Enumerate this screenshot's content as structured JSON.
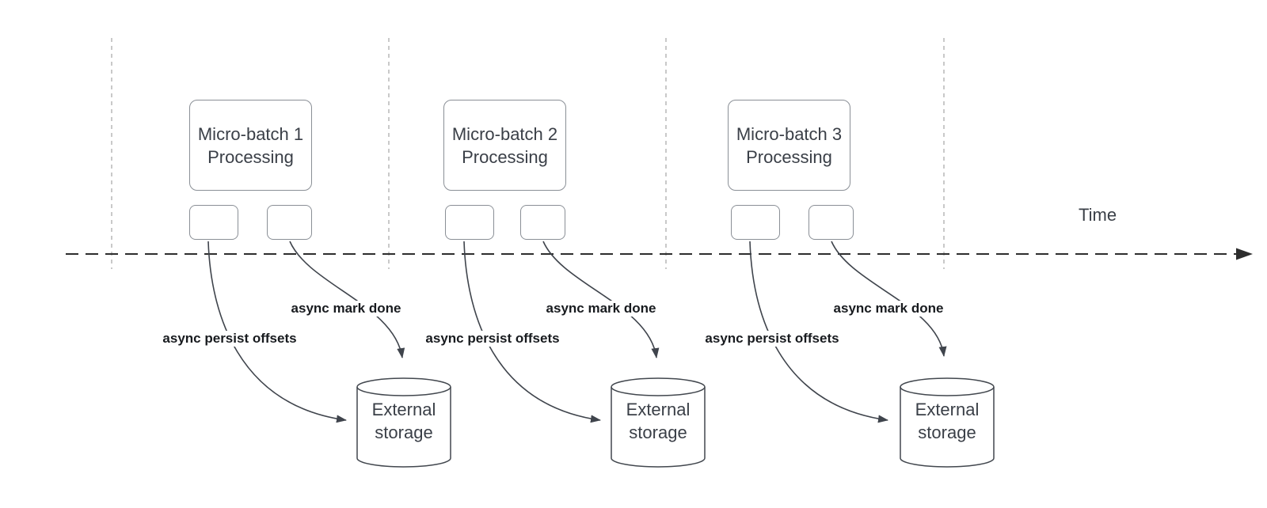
{
  "timeline": {
    "label": "Time"
  },
  "batches": [
    {
      "title_line1": "Micro-batch 1",
      "title_line2": "Processing",
      "persist_label": "async persist offsets",
      "mark_done_label": "async mark done",
      "storage": {
        "line1": "External",
        "line2": "storage"
      }
    },
    {
      "title_line1": "Micro-batch 2",
      "title_line2": "Processing",
      "persist_label": "async persist offsets",
      "mark_done_label": "async mark done",
      "storage": {
        "line1": "External",
        "line2": "storage"
      }
    },
    {
      "title_line1": "Micro-batch 3",
      "title_line2": "Processing",
      "persist_label": "async persist offsets",
      "mark_done_label": "async mark done",
      "storage": {
        "line1": "External",
        "line2": "storage"
      }
    }
  ],
  "colors": {
    "box_stroke": "#8a8f96",
    "cylinder_stroke": "#42474e",
    "arrow": "#3f444c",
    "timeline": "#2d2d2d",
    "guide_line": "#b7b7b7",
    "box_text": "#3a3f47",
    "label_text": "#181b1f"
  }
}
